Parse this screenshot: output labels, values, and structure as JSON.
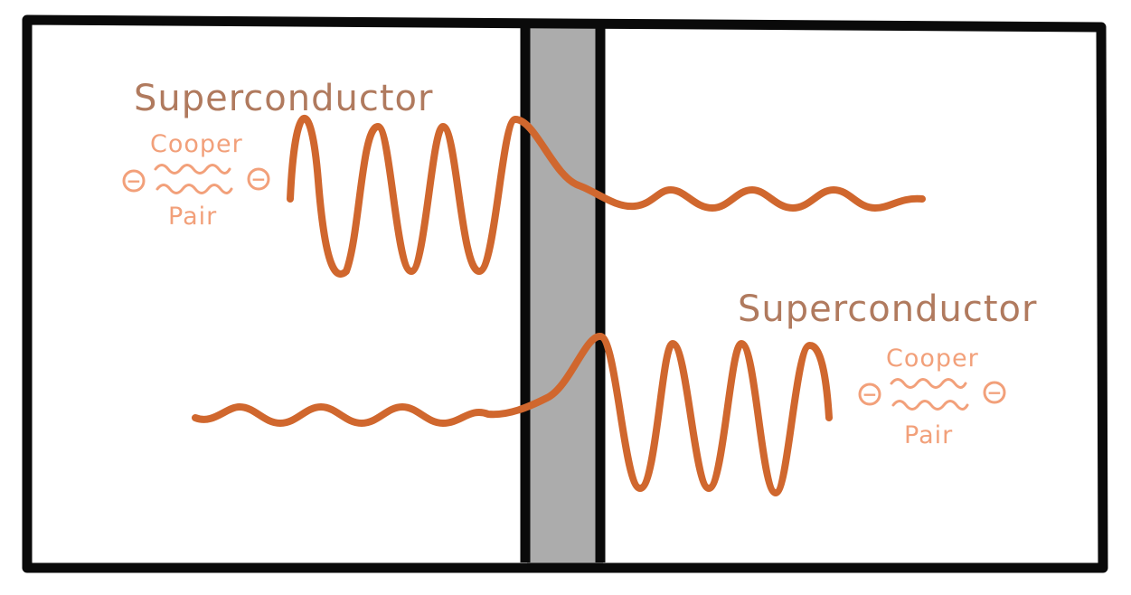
{
  "left_region": {
    "title": "Superconductor",
    "pair_label_top": "Cooper",
    "pair_label_bottom": "Pair",
    "charge_symbol": "−"
  },
  "right_region": {
    "title": "Superconductor",
    "pair_label_top": "Cooper",
    "pair_label_bottom": "Pair",
    "charge_symbol": "−"
  },
  "colors": {
    "frame": "#0a0a0a",
    "barrier": "#acacac",
    "wave": "#d0672e",
    "title": "#b07a5e",
    "pair": "#f2a07a"
  }
}
